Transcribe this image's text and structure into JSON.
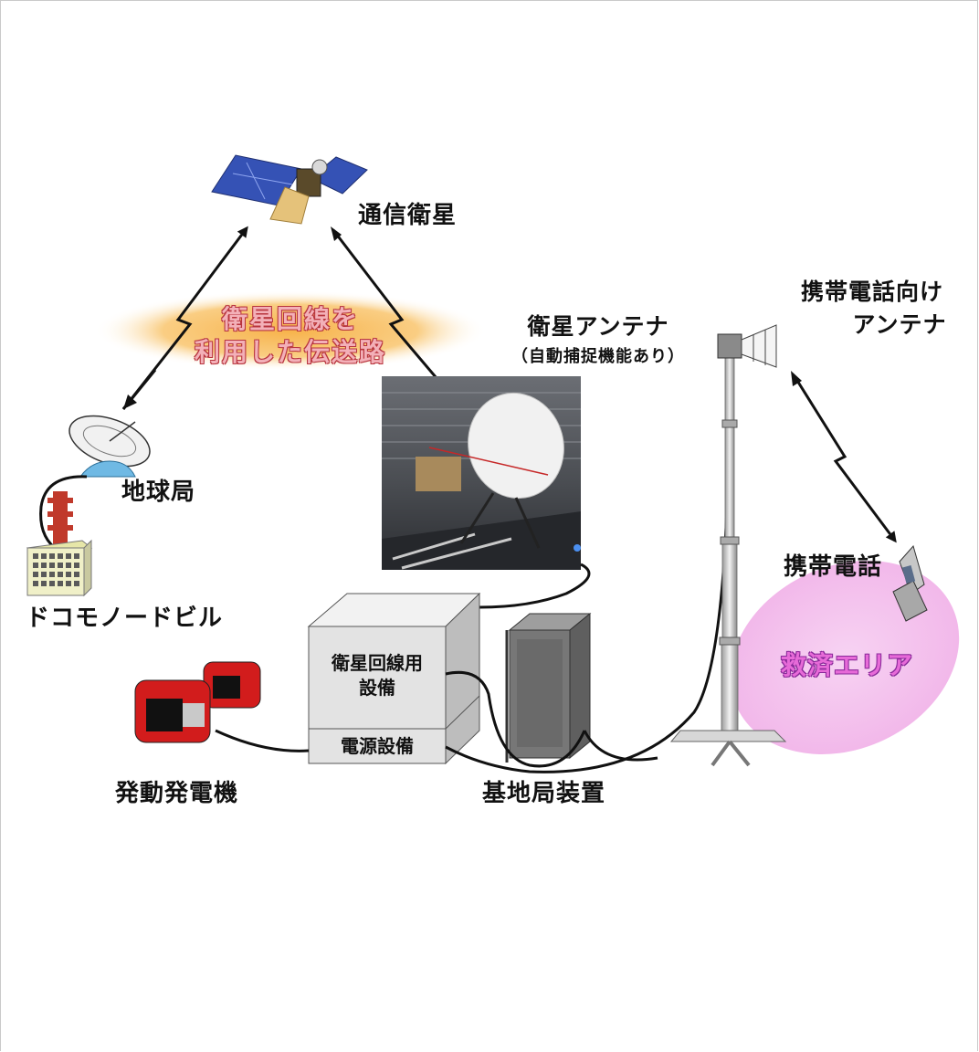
{
  "labels": {
    "satellite": "通信衛星",
    "transmission_line_1": "衛星回線を",
    "transmission_line_2": "利用した伝送路",
    "satellite_antenna": "衛星アンテナ",
    "auto_tracking": "（自動捕捉機能あり）",
    "mobile_antenna_1": "携帯電話向け",
    "mobile_antenna_2": "アンテナ",
    "earth_station": "地球局",
    "docomo_node_building": "ドコモノードビル",
    "mobile_phone": "携帯電話",
    "rescue_area": "救済エリア",
    "satellite_equipment_1": "衛星回線用",
    "satellite_equipment_2": "設備",
    "power_equipment": "電源設備",
    "generator": "発動発電機",
    "base_station_equipment": "基地局装置"
  },
  "colors": {
    "glow_fill": "#f7b24a",
    "glow_text": "#f3b0b8",
    "rescue_area_fill": "#f6c6f0",
    "rescue_area_text": "#e76ad8",
    "box_fill": "#e3e3e3",
    "generator_red": "#d21c1c"
  }
}
